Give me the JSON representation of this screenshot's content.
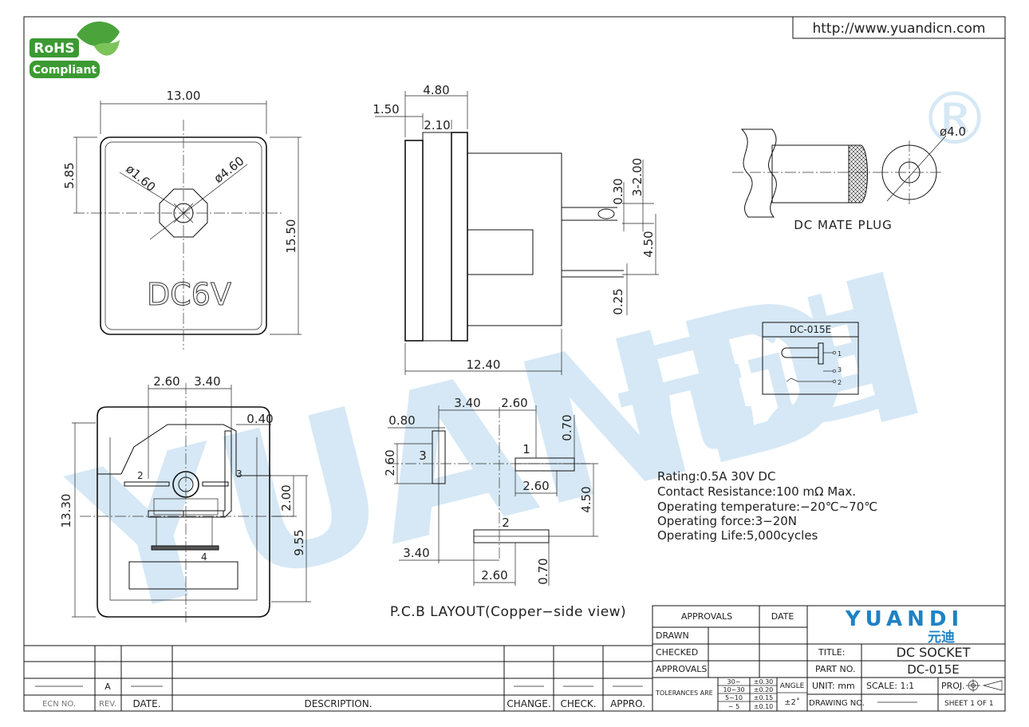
{
  "header": {
    "url": "http://www.yuandicn.com",
    "rohs_top": "RoHS",
    "rohs_bottom": "Compliant"
  },
  "front_view": {
    "width": "13.00",
    "height": "15.50",
    "offset": "5.85",
    "hole_small": "ø1.60",
    "hole_large": "ø4.60",
    "marking": "DC6V"
  },
  "side_view": {
    "d1": "1.50",
    "d2": "4.80",
    "d3": "2.10",
    "d4": "0.30",
    "d5": "3-2.00",
    "d6": "4.50",
    "d7": "0.25",
    "length": "12.40"
  },
  "mate_plug": {
    "label": "DC MATE PLUG",
    "diameter": "ø4.0"
  },
  "schematic": {
    "title": "DC-015E",
    "pin1": "1",
    "pin2": "2",
    "pin3": "3"
  },
  "bottom_view": {
    "d1": "2.60",
    "d2": "3.40",
    "d3": "0.40",
    "d4": "13.30",
    "d5": "2.00",
    "d6": "9.55",
    "pin2": "2",
    "pin3": "3",
    "pin4": "4"
  },
  "pcb_layout": {
    "title": "P.C.B LAYOUT(Copper−side view)",
    "d_340_top": "3.40",
    "d_260_top": "2.60",
    "d_080": "0.80",
    "d_070_top": "0.70",
    "d_260_left": "2.60",
    "pad3": "3",
    "pad1": "1",
    "d_260_mid": "2.60",
    "d_450": "4.50",
    "pad2": "2",
    "d_340_bot": "3.40",
    "d_260_bot": "2.60",
    "d_070_bot": "0.70"
  },
  "specs": [
    "Rating:0.5A  30V  DC",
    "Contact  Resistance:100  mΩ  Max.",
    "Operating  temperature:−20℃~70℃",
    "Operating  force:3−20N",
    "Operating  Life:5,000cycles"
  ],
  "title_block": {
    "approvals_hdr": "APPROVALS",
    "date_hdr": "DATE",
    "drawn": "DRAWN",
    "checked": "CHECKED",
    "approvals": "APPROVALS",
    "tolerances": "TOLERANCES ARE",
    "tol_rows": [
      {
        "range": "30~",
        "tol": "±0.30"
      },
      {
        "range": "10~30",
        "tol": "±0.20"
      },
      {
        "range": "5~10",
        "tol": "±0.15"
      },
      {
        "range": "~ 5",
        "tol": "±0.10"
      }
    ],
    "angle_lbl": "ANGLE",
    "angle_val": "±2˚",
    "brand": "YUANDI",
    "brand_cn": "元迪",
    "title_lbl": "TITLE:",
    "title_val": "DC SOCKET",
    "part_lbl": "PART NO.",
    "part_val": "DC-015E",
    "unit": "UNIT:  mm",
    "scale": "SCALE:   1:1",
    "proj": "PROJ.",
    "drawing_no": "DRAWING NO.",
    "sheet": "SHEET   1  OF  1"
  },
  "revision_block": {
    "rev_val": "A",
    "ecn": "ECN  NO.",
    "rev": "REV.",
    "date": "DATE.",
    "description": "DESCRIPTION.",
    "change": "CHANGE.",
    "check": "CHECK.",
    "appro": "APPRO."
  },
  "watermark": {
    "text": "YUANDI",
    "cn": "元迪",
    "reg": "®"
  },
  "colors": {
    "watermark": "#cfe3f3",
    "brand": "#1f82c4",
    "rohs": "#3b9a32"
  }
}
